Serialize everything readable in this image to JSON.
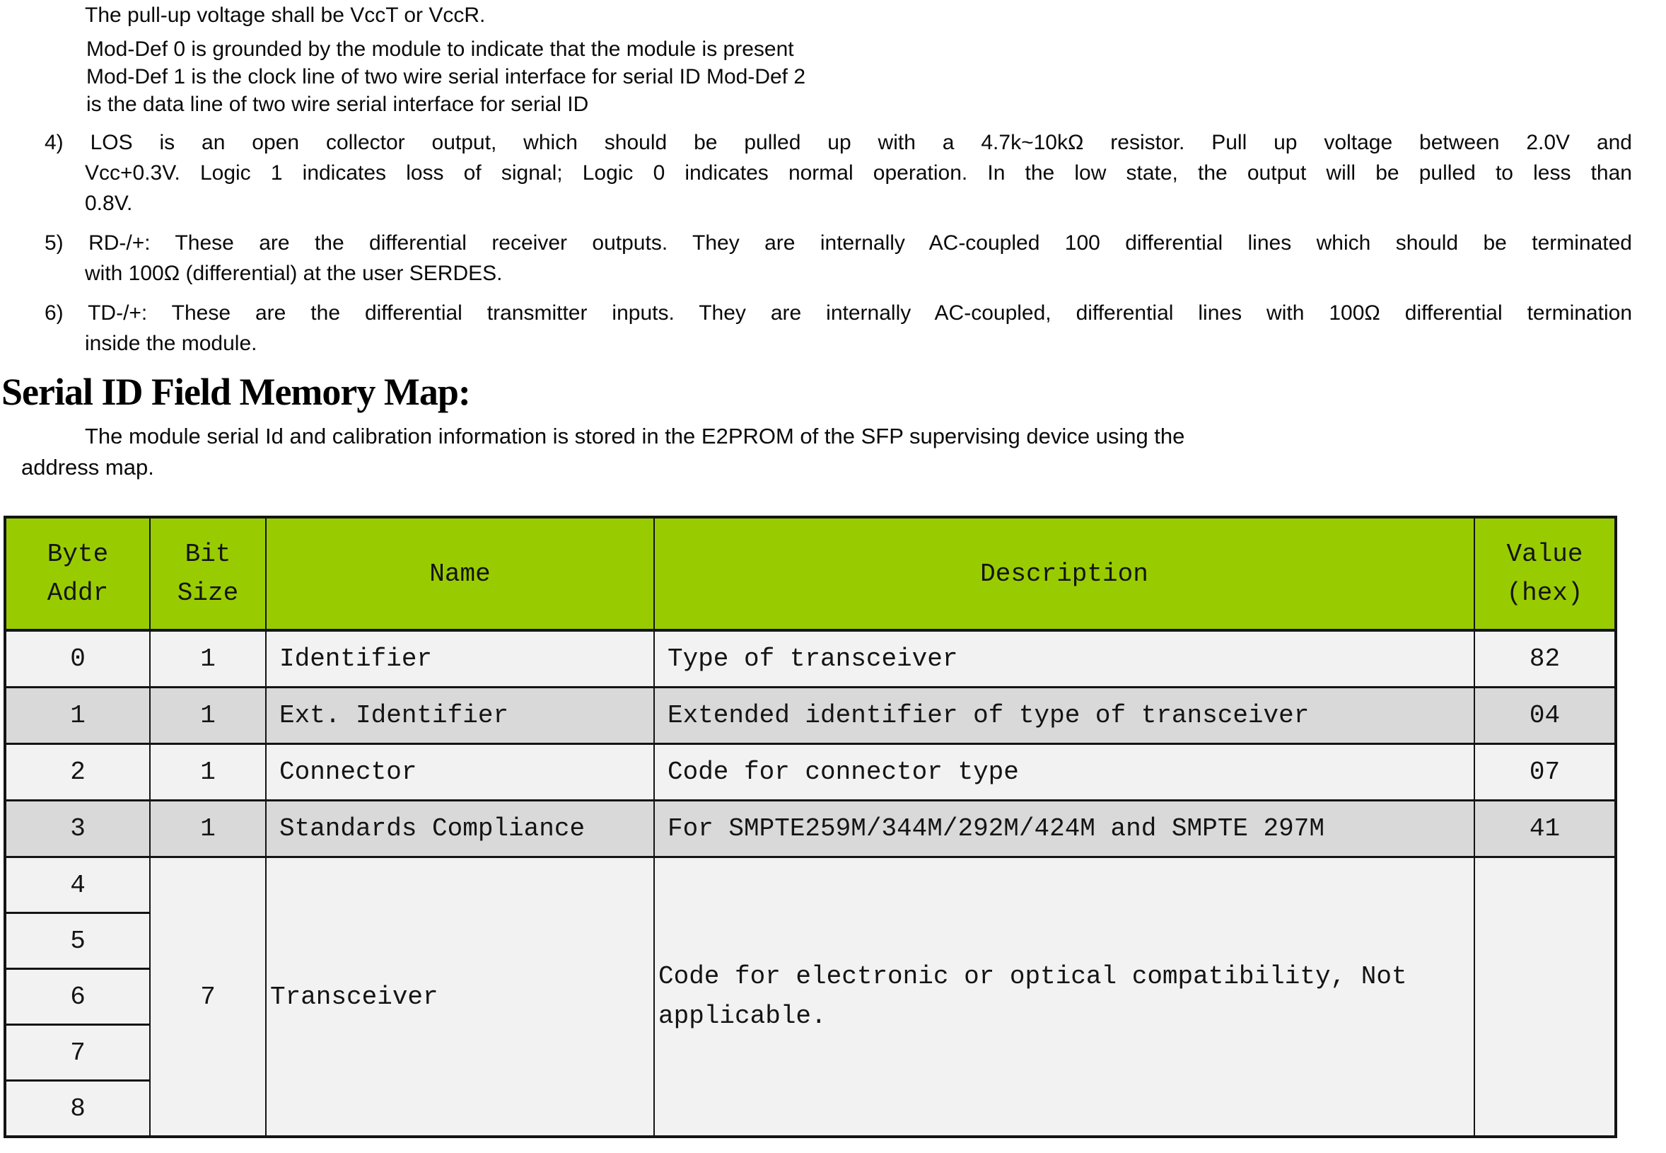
{
  "notes": {
    "intro_line": "The pull-up voltage shall be VccT or VccR.",
    "moddef_lines": [
      "Mod-Def 0 is grounded by the module to indicate that the module is present",
      "Mod-Def 1 is the clock line of two wire serial interface for serial ID Mod-Def 2",
      "is the data line of two wire serial interface for serial ID"
    ],
    "items": [
      {
        "lines": [
          "4) LOS is an open collector output, which should be pulled up with a 4.7k~10kΩ resistor. Pull up voltage between 2.0V and",
          "Vcc+0.3V. Logic 1 indicates loss of signal; Logic 0 indicates normal operation. In the low state, the output will be pulled to less than",
          "0.8V."
        ]
      },
      {
        "lines": [
          "5) RD-/+: These are the differential receiver outputs. They are internally AC-coupled 100 differential lines which should be terminated",
          "with 100Ω (differential) at the user SERDES."
        ]
      },
      {
        "lines": [
          "6) TD-/+: These are the differential transmitter inputs. They are internally AC-coupled, differential lines with 100Ω differential termination",
          "inside the module."
        ]
      }
    ]
  },
  "heading": "Serial ID Field Memory Map:",
  "paragraph": {
    "lines": [
      "The module serial Id and calibration information is stored in the E2PROM of the SFP supervising device using the",
      "address map."
    ]
  },
  "table": {
    "header": {
      "byte_addr": [
        "Byte",
        "Addr"
      ],
      "bit_size": [
        "Bit",
        "Size"
      ],
      "name": "Name",
      "description": "Description",
      "value": [
        "Value",
        "(hex)"
      ]
    },
    "rows": [
      {
        "byte_addr": "0",
        "bit_size": "1",
        "name": "Identifier",
        "description": "Type of transceiver",
        "value": "82"
      },
      {
        "byte_addr": "1",
        "bit_size": "1",
        "name": "Ext. Identifier",
        "description": "Extended identifier of type of transceiver",
        "value": "04"
      },
      {
        "byte_addr": "2",
        "bit_size": "1",
        "name": "Connector",
        "description": "Code for connector type",
        "value": "07"
      },
      {
        "byte_addr": "3",
        "bit_size": "1",
        "name": "Standards Compliance",
        "description": "For SMPTE259M/344M/292M/424M and SMPTE 297M",
        "value": "41"
      }
    ],
    "merged_row": {
      "byte_addrs": [
        "4",
        "5",
        "6",
        "7",
        "8"
      ],
      "bit_size": "7",
      "name": "Transceiver",
      "description_lines": [
        "Code for electronic or optical compatibility, Not",
        "applicable."
      ],
      "value": ""
    },
    "colors": {
      "header_bg": "#99cc00",
      "row_light": "#f2f2f2",
      "row_dark": "#d9d9d9",
      "border": "#141414"
    }
  }
}
